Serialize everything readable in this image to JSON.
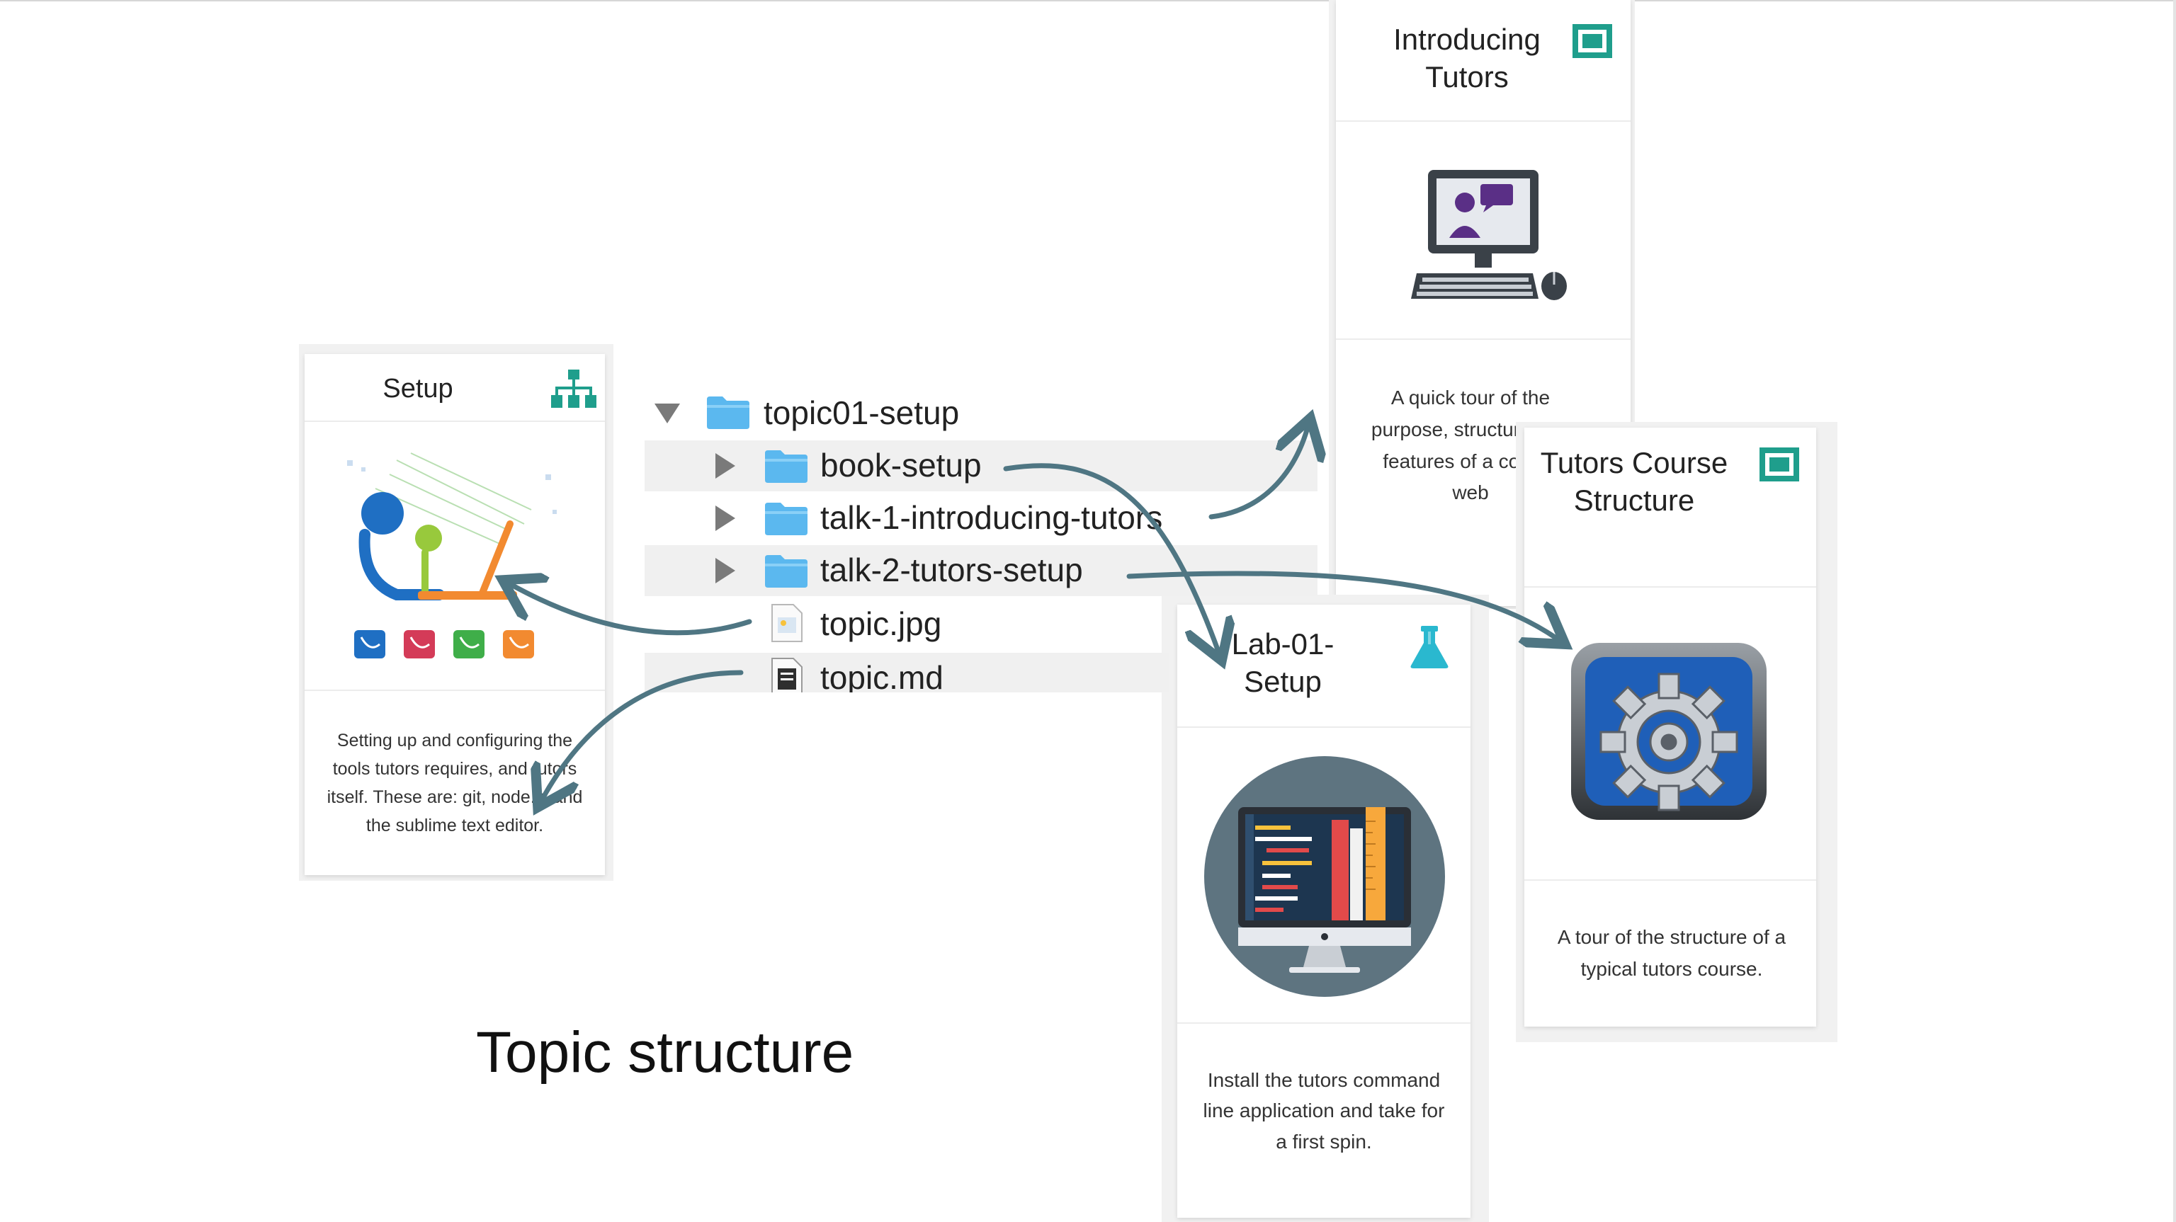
{
  "caption": "Topic structure",
  "file_tree": {
    "root": "topic01-setup",
    "items": [
      {
        "label": "book-setup",
        "type": "folder"
      },
      {
        "label": "talk-1-introducing-tutors",
        "type": "folder"
      },
      {
        "label": "talk-2-tutors-setup",
        "type": "folder"
      },
      {
        "label": "topic.jpg",
        "type": "image-file"
      },
      {
        "label": "topic.md",
        "type": "text-file"
      }
    ]
  },
  "cards": {
    "setup": {
      "title": "Setup",
      "icon": "sitemap-icon",
      "description": "Setting up and configuring the tools tutors requires, and tutors itself. These are: git, node.js and the sublime text editor."
    },
    "introducing_tutors": {
      "title": "Introducing Tutors",
      "icon": "presentation-icon",
      "description": "A quick tour of the purpose, structure and features of a course web"
    },
    "tutors_course_structure": {
      "title": "Tutors Course Structure",
      "icon": "presentation-icon",
      "description": "A tour of the structure of a typical tutors course."
    },
    "lab_01_setup": {
      "title": "Lab-01-Setup",
      "icon": "flask-icon",
      "description": "Install the tutors command line application and take for a first spin."
    }
  },
  "colors": {
    "teal": "#1f9e8c",
    "flask": "#2ab8cf",
    "arrow": "#4f7683",
    "folder": "#5bb8ef"
  }
}
